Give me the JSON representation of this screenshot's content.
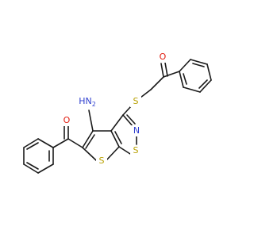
{
  "colors": {
    "background": "#ffffff",
    "bond": "#1a1a1a",
    "carbon": "#1a1a1a",
    "oxygen": "#e0190c",
    "sulfur": "#b8a000",
    "nitrogen": "#2f3fcf"
  },
  "labels": {
    "amino": "NH2",
    "amino_h": "H",
    "amino_n": "N",
    "amino_sub": "2",
    "ketone_o_left": "O",
    "ketone_o_right": "O",
    "thioether_s": "S",
    "ring_s_thiophene": "S",
    "ring_s_isothiazole": "S",
    "ring_n": "N"
  }
}
